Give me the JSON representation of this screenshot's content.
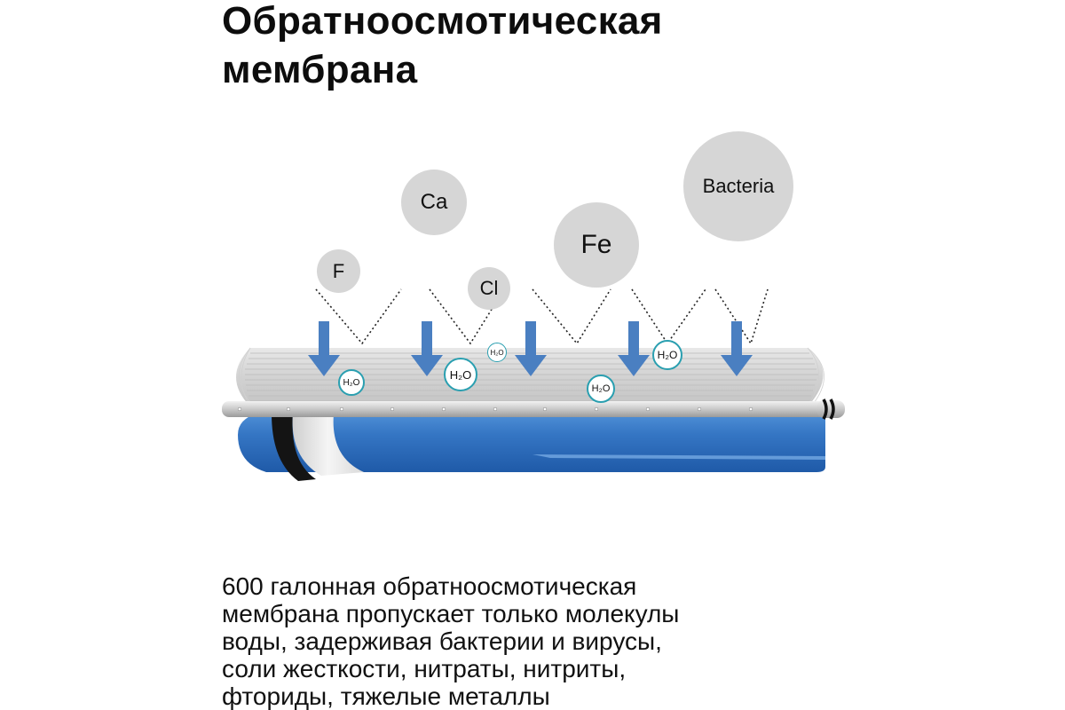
{
  "title": {
    "line1": "Обратноосмотическая",
    "line2": "мембрана"
  },
  "particles": [
    {
      "label": "F"
    },
    {
      "label": "Ca"
    },
    {
      "label": "Cl"
    },
    {
      "label": "Fe"
    },
    {
      "label": "Bacteria"
    }
  ],
  "water_molecules": [
    {
      "label": "H₂O"
    },
    {
      "label": "H₂O"
    },
    {
      "label": "H₂O"
    },
    {
      "label": "H₂O"
    },
    {
      "label": "H₂O"
    }
  ],
  "colors": {
    "arrow_blue": "#4a7fc1",
    "membrane_blue": "#2f6db8",
    "particle_gray": "#d6d6d6",
    "h2o_border": "#2a9fb0"
  },
  "description": {
    "line1": "600 галонная обратноосмотическая",
    "line2": "мембрана пропускает только молекулы",
    "line3": "воды, задерживая бактерии и вирусы,",
    "line4": "соли жесткости, нитраты, нитриты,",
    "line5": "фториды, тяжелые металлы"
  }
}
